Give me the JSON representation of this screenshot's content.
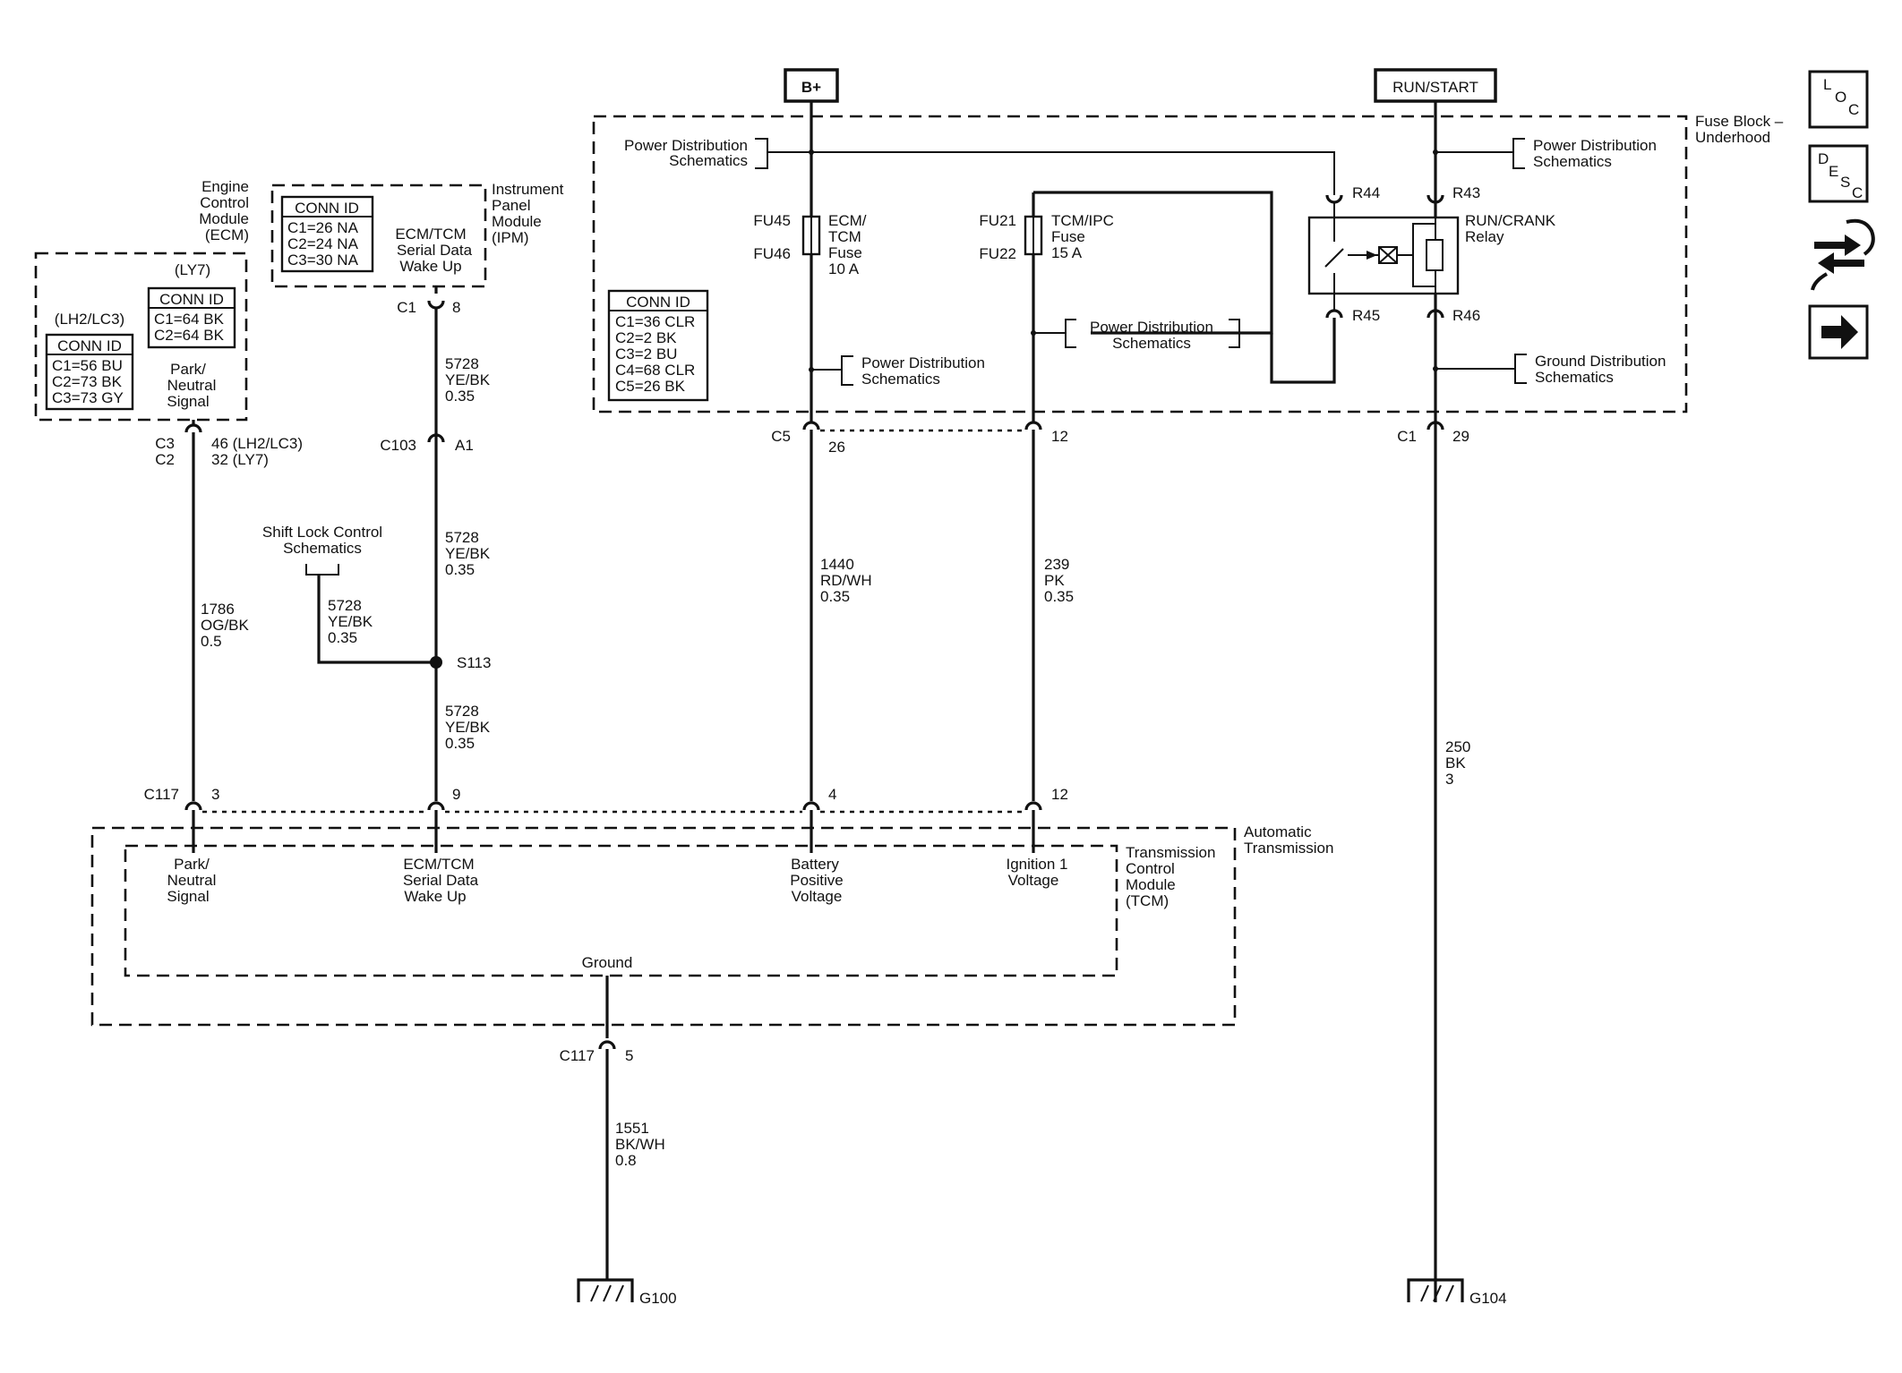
{
  "sources": {
    "bplus": "B+",
    "runstart": "RUN/START"
  },
  "fuse_block": {
    "line1": "Fuse Block –",
    "line2": "Underhood"
  },
  "pd_left": [
    "Power Distribution",
    "Schematics"
  ],
  "pd_mid1": [
    "Power Distribution",
    "Schematics"
  ],
  "pd_mid2": [
    "Power Distribution",
    "Schematics"
  ],
  "pd_right": [
    "Power Distribution",
    "Schematics"
  ],
  "gd_right": [
    "Ground Distribution",
    "Schematics"
  ],
  "fuse1": {
    "top_id": "FU45",
    "bot_id": "FU46",
    "label": [
      "ECM/",
      "TCM",
      "Fuse",
      "10 A"
    ]
  },
  "fuse2": {
    "top_id": "FU21",
    "bot_id": "FU22",
    "label": [
      "TCM/IPC",
      "Fuse",
      "15 A"
    ]
  },
  "relay": {
    "label": [
      "RUN/CRANK",
      "Relay"
    ],
    "pins": {
      "r44": "R44",
      "r43": "R43",
      "r45": "R45",
      "r46": "R46"
    }
  },
  "fuse_conn": {
    "title": "CONN ID",
    "rows": [
      "C1=36 CLR",
      "C2=2 BK",
      "C3=2 BU",
      "C4=68 CLR",
      "C5=26 BK"
    ]
  },
  "ecm": {
    "title": [
      "Engine",
      "Control",
      "Module",
      "(ECM)"
    ],
    "ly7": "(LY7)",
    "lh2": "(LH2/LC3)",
    "conn_ly7": {
      "title": "CONN ID",
      "rows": [
        "C1=64 BK",
        "C2=64 BK"
      ]
    },
    "conn_lh2": {
      "title": "CONN ID",
      "rows": [
        "C1=56 BU",
        "C2=73 BK",
        "C3=73 GY"
      ]
    },
    "signal": [
      "Park/",
      "Neutral",
      "Signal"
    ],
    "conn": {
      "c3": "C3",
      "c2": "C2",
      "p46": "46 (LH2/LC3)",
      "p32": "32 (LY7)"
    }
  },
  "ipm": {
    "title": [
      "Instrument",
      "Panel",
      "Module",
      "(IPM)"
    ],
    "conn": {
      "title": "CONN ID",
      "rows": [
        "C1=26 NA",
        "C2=24 NA",
        "C3=30 NA"
      ]
    },
    "signal": [
      "ECM/TCM",
      "Serial Data",
      "Wake Up"
    ],
    "c1": "C1",
    "p8": "8"
  },
  "wires": {
    "w5728a": [
      "5728",
      "YE/BK",
      "0.35"
    ],
    "w5728b": [
      "5728",
      "YE/BK",
      "0.35"
    ],
    "w5728c": [
      "5728",
      "YE/BK",
      "0.35"
    ],
    "w5728d": [
      "5728",
      "YE/BK",
      "0.35"
    ],
    "w1786": [
      "1786",
      "OG/BK",
      "0.5"
    ],
    "w1440": [
      "1440",
      "RD/WH",
      "0.35"
    ],
    "w239": [
      "239",
      "PK",
      "0.35"
    ],
    "w250": [
      "250",
      "BK",
      "3"
    ],
    "w1551": [
      "1551",
      "BK/WH",
      "0.8"
    ]
  },
  "connectors": {
    "c103": "C103",
    "a1": "A1",
    "s113": "S113",
    "c5": "C5",
    "p26": "26",
    "p12a": "12",
    "c1r": "C1",
    "p29": "29",
    "c117": "C117",
    "p3": "3",
    "p9": "9",
    "p4": "4",
    "p12b": "12",
    "c117b": "C117",
    "p5": "5"
  },
  "shift_lock": [
    "Shift Lock Control",
    "Schematics"
  ],
  "auto_trans": [
    "Automatic",
    "Transmission"
  ],
  "tcm": {
    "title": [
      "Transmission",
      "Control",
      "Module",
      "(TCM)"
    ],
    "pin_park": [
      "Park/",
      "Neutral",
      "Signal"
    ],
    "pin_wake": [
      "ECM/TCM",
      "Serial Data",
      "Wake Up"
    ],
    "pin_batt": [
      "Battery",
      "Positive",
      "Voltage"
    ],
    "pin_ign": [
      "Ignition 1",
      "Voltage"
    ],
    "ground": "Ground"
  },
  "grounds": {
    "g100": "G100",
    "g104": "G104"
  },
  "nav": {
    "loc": [
      "L",
      "O",
      "C"
    ],
    "desc": [
      "D",
      "E",
      "S",
      "C"
    ]
  }
}
